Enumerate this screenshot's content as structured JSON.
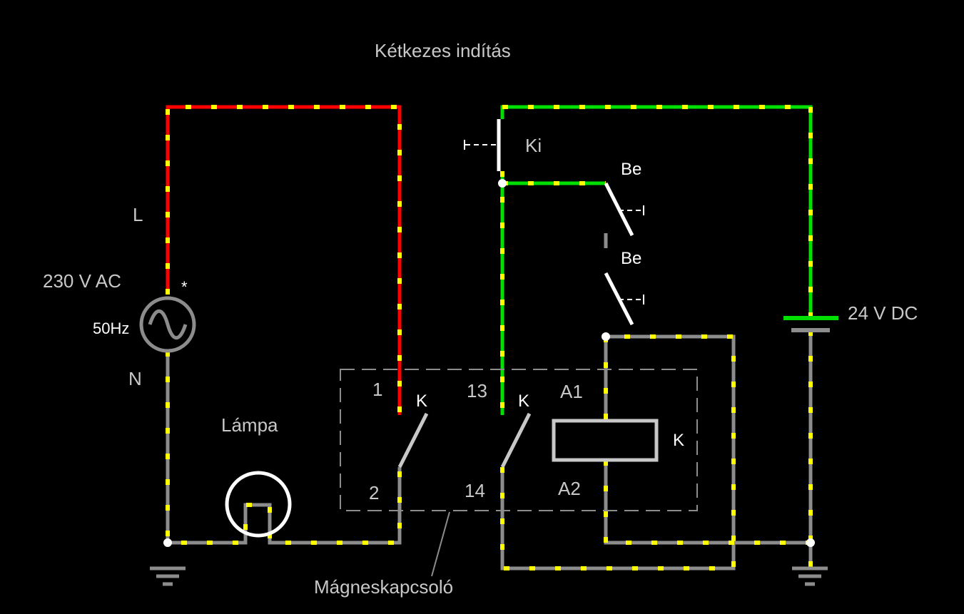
{
  "title": "Kétkezes indítás",
  "colors": {
    "background": "#000000",
    "live_ac": "#ff0000",
    "live_dc": "#00e000",
    "neutral": "#8c8c8c",
    "current_dots": "#ffff00",
    "component": "#ffffff",
    "component_gray": "#c8c8c8"
  },
  "ac_source": {
    "voltage": "230 V AC",
    "frequency": "50Hz",
    "phase_label": "L",
    "neutral_label": "N",
    "polarity_mark": "*"
  },
  "dc_source": {
    "voltage": "24 V DC"
  },
  "lamp": {
    "label": "Lámpa"
  },
  "switches": {
    "stop": "Ki",
    "start_1": "Be",
    "start_2": "Be"
  },
  "contactor": {
    "label": "Mágneskapcsoló",
    "main_contact": {
      "name": "K",
      "terminal_in": "1",
      "terminal_out": "2"
    },
    "aux_contact": {
      "name": "K",
      "terminal_in": "13",
      "terminal_out": "14"
    },
    "coil": {
      "name": "K",
      "terminal_a1": "A1",
      "terminal_a2": "A2"
    }
  }
}
